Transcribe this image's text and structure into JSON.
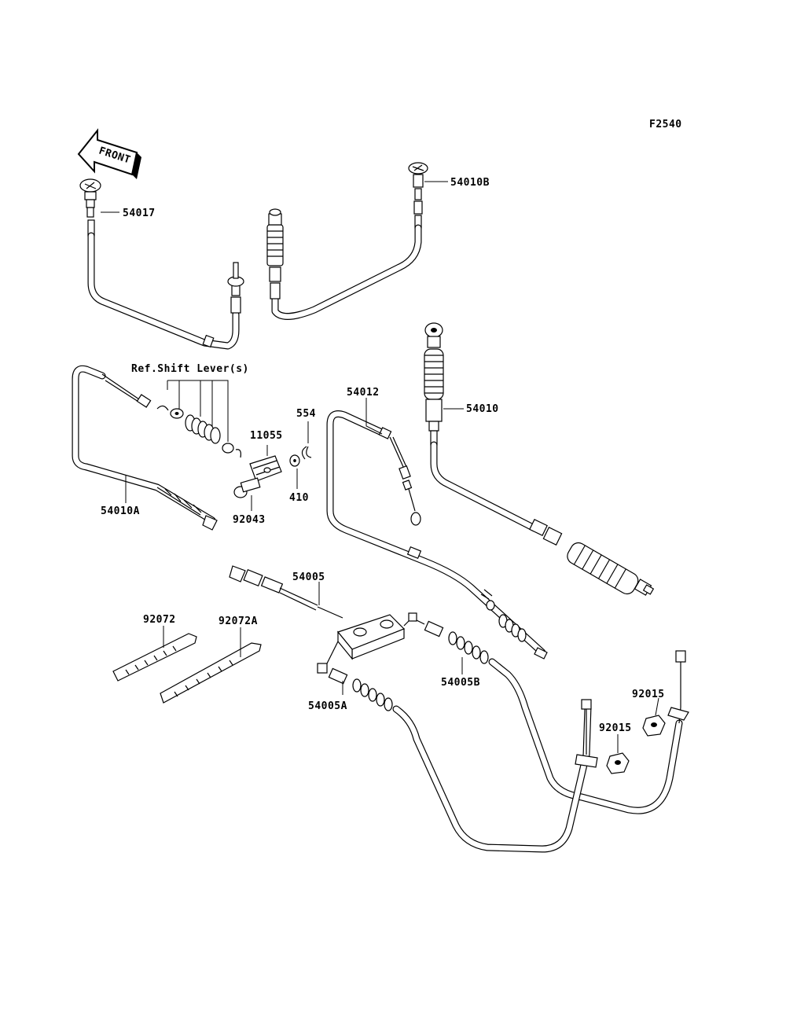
{
  "figure_code": "F2540",
  "front_arrow": {
    "text": "FRONT",
    "icon": "front-direction-arrow-icon"
  },
  "reference_note": "Ref.Shift Lever(s)",
  "parts": {
    "p54017": "54017",
    "p54010B": "54010B",
    "p54010": "54010",
    "p54012": "54012",
    "p54010A": "54010A",
    "p11055": "11055",
    "p554": "554",
    "p410": "410",
    "p92043": "92043",
    "p54005": "54005",
    "p54005A": "54005A",
    "p54005B": "54005B",
    "p92072": "92072",
    "p92072A": "92072A",
    "p92015a": "92015",
    "p92015b": "92015"
  }
}
